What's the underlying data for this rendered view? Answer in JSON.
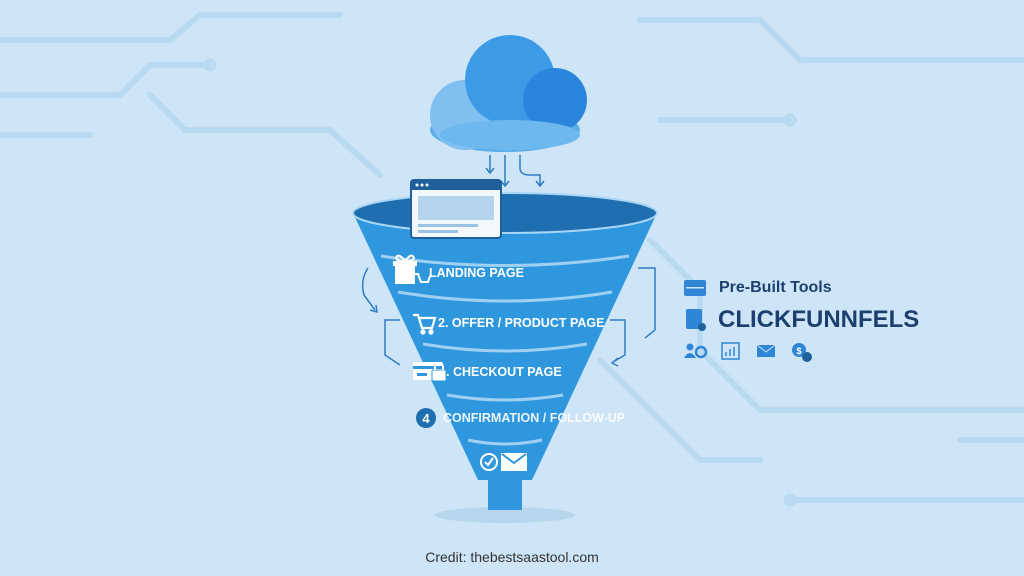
{
  "funnel": {
    "stages": [
      {
        "label": "LANDING PAGE",
        "icon": "gift-cart-icon"
      },
      {
        "label": "2. OFFER / PRODUCT PAGE",
        "icon": "cart-icon"
      },
      {
        "label": ". CHECKOUT PAGE",
        "icon": "credit-card-lock-icon"
      },
      {
        "label": "CONFIRMATION / FOLLOW-UP",
        "badge": "4"
      },
      {
        "icon": "check-envelope-icon"
      }
    ]
  },
  "side": {
    "subtitle": "Pre-Built Tools",
    "title": "CLICKFUNNFELS",
    "icons": [
      "users-gear-icon",
      "chart-icon",
      "mail-icon",
      "dollar-icon"
    ]
  },
  "credit": "Credit: thebestsaastool.com",
  "colors": {
    "background": "#cde5f6",
    "funnel": "#2f97de",
    "funnel_top": "#1f6fb0",
    "title": "#1d3f6e"
  }
}
